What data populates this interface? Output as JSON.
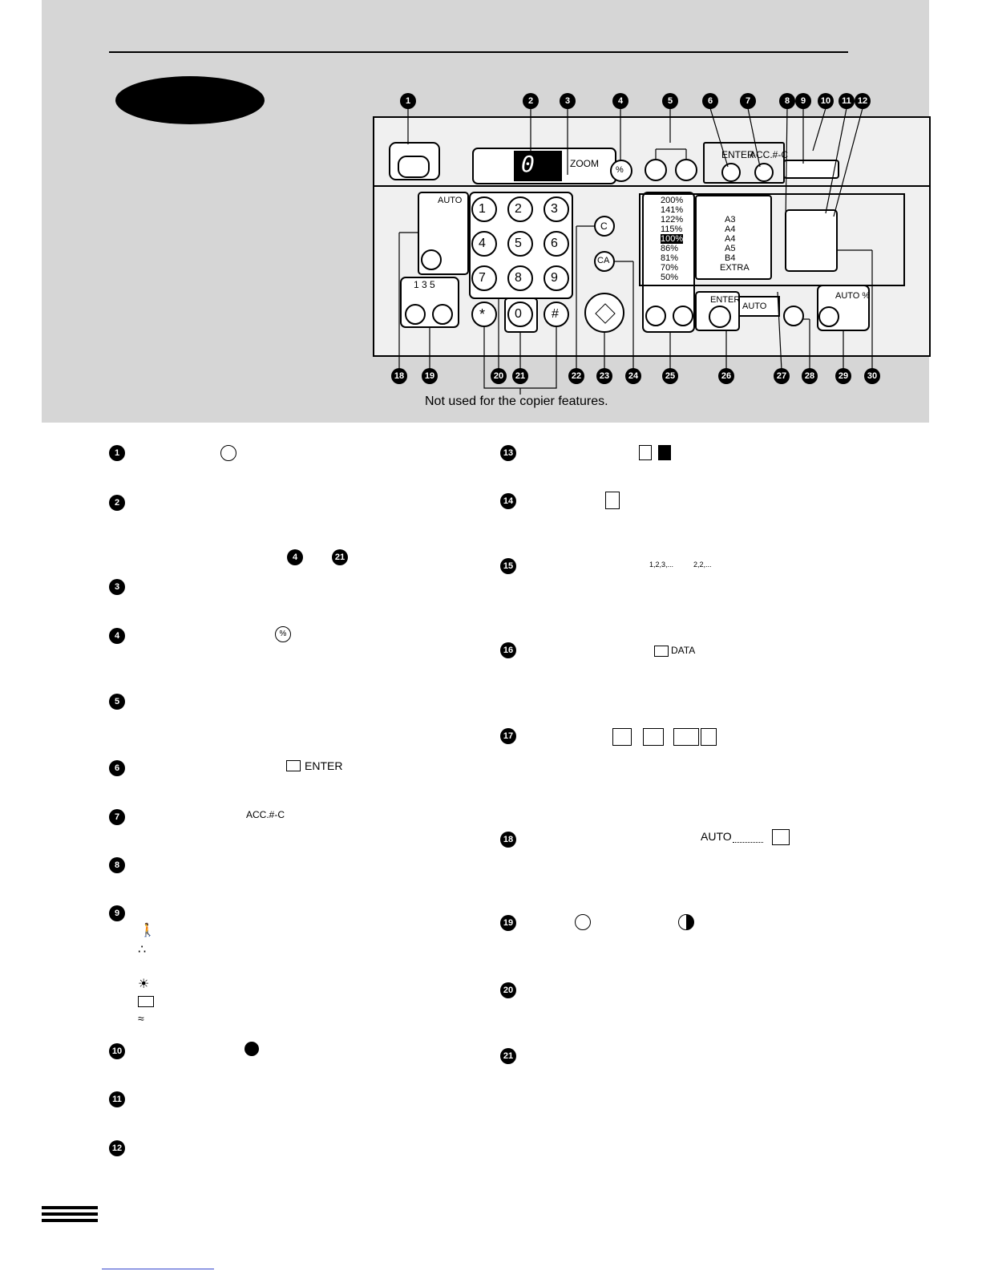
{
  "panel": {
    "display_digit": "0",
    "zoom_label": "ZOOM",
    "enter_label": "ENTER",
    "acc_label": "ACC.#-C",
    "ratio_list": [
      "200%",
      "141%",
      "122%",
      "115%",
      "100%",
      "86%",
      "81%",
      "70%",
      "50%"
    ],
    "paper_sizes": [
      "A3",
      "A4",
      "A4",
      "A5",
      "B4",
      "EXTRA"
    ],
    "exposure_modes": [
      "AUTO"
    ],
    "exposure_scale": "1  3  5",
    "keypad": [
      "1",
      "2",
      "3",
      "4",
      "5",
      "6",
      "7",
      "8",
      "9",
      "*",
      "0",
      "#"
    ],
    "clear_label": "C",
    "clear_all_label": "CA",
    "auto_paper_label": "AUTO",
    "auto_ratio_label": "AUTO %",
    "paper_enter_label": "ENTER",
    "top_markers": [
      "1",
      "2",
      "3",
      "4",
      "5",
      "6",
      "7",
      "8",
      "9",
      "10",
      "11",
      "12"
    ],
    "bottom_markers": [
      "18",
      "19",
      "20",
      "21",
      "22",
      "23",
      "24",
      "25",
      "26",
      "27",
      "28",
      "29",
      "30"
    ],
    "note": "Not used for the copier features."
  },
  "descriptions": {
    "left_markers": [
      "1",
      "2",
      "3",
      "4",
      "5",
      "6",
      "7",
      "8",
      "9",
      "10",
      "11",
      "12"
    ],
    "right_markers": [
      "13",
      "14",
      "15",
      "16",
      "17",
      "18",
      "19",
      "20",
      "21"
    ],
    "item2_refs": [
      "4",
      "21"
    ],
    "item4_symbol": "%",
    "item6_label": "ENTER",
    "item7_label": "ACC.#-C",
    "item15_symbol_a": "1,2,3,...",
    "item15_symbol_b": "2,2,...",
    "item16_label": "DATA",
    "item18_label": "AUTO"
  }
}
